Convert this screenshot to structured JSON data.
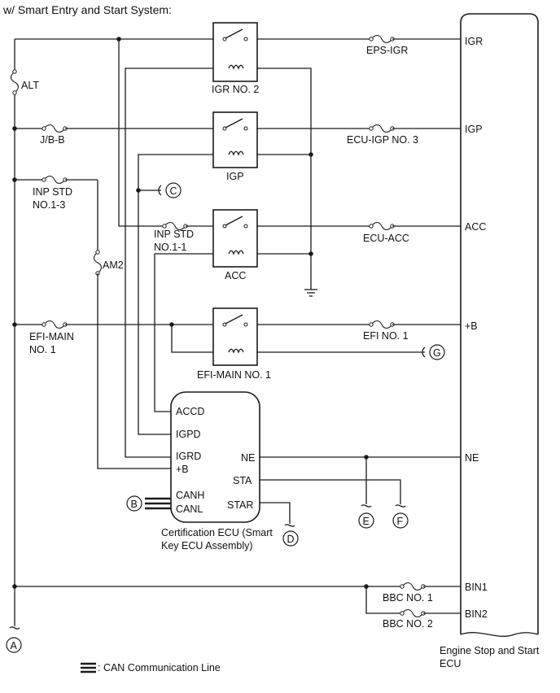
{
  "title": "w/ Smart Entry and Start System:",
  "relays": {
    "igr_no2": "IGR NO. 2",
    "igp": "IGP",
    "acc": "ACC",
    "efi_main_no1": "EFI-MAIN NO. 1"
  },
  "fuses": {
    "alt": "ALT",
    "jb_b": "J/B-B",
    "inp_std_no13_line1": "INP STD",
    "inp_std_no13_line2": "NO.1-3",
    "am2": "AM2",
    "efi_main_line1": "EFI-MAIN",
    "efi_main_line2": "NO. 1",
    "inp_std_no11_line1": "INP STD",
    "inp_std_no11_line2": "NO.1-1",
    "eps_igr": "EPS-IGR",
    "ecu_igp_no3": "ECU-IGP NO. 3",
    "ecu_acc": "ECU-ACC",
    "efi_no1": "EFI NO. 1",
    "bbc_no1": "BBC NO. 1",
    "bbc_no2": "BBC NO. 2"
  },
  "engine_ecu": {
    "pins": {
      "igr": "IGR",
      "igp": "IGP",
      "acc": "ACC",
      "plus_b": "+B",
      "ne": "NE",
      "bin1": "BIN1",
      "bin2": "BIN2"
    },
    "caption_line1": "Engine Stop and Start",
    "caption_line2": "ECU"
  },
  "cert_ecu": {
    "pins": {
      "accd": "ACCD",
      "igpd": "IGPD",
      "igrd": "IGRD",
      "plus_b": "+B",
      "canh": "CANH",
      "canl": "CANL",
      "ne": "NE",
      "sta": "STA",
      "star": "STAR"
    },
    "caption_line1": "Certification ECU (Smart",
    "caption_line2": "Key ECU Assembly)"
  },
  "connectors": {
    "a": "A",
    "b": "B",
    "c": "C",
    "d": "D",
    "e": "E",
    "f": "F",
    "g": "G"
  },
  "legend": {
    "label": ": CAN Communication Line"
  }
}
